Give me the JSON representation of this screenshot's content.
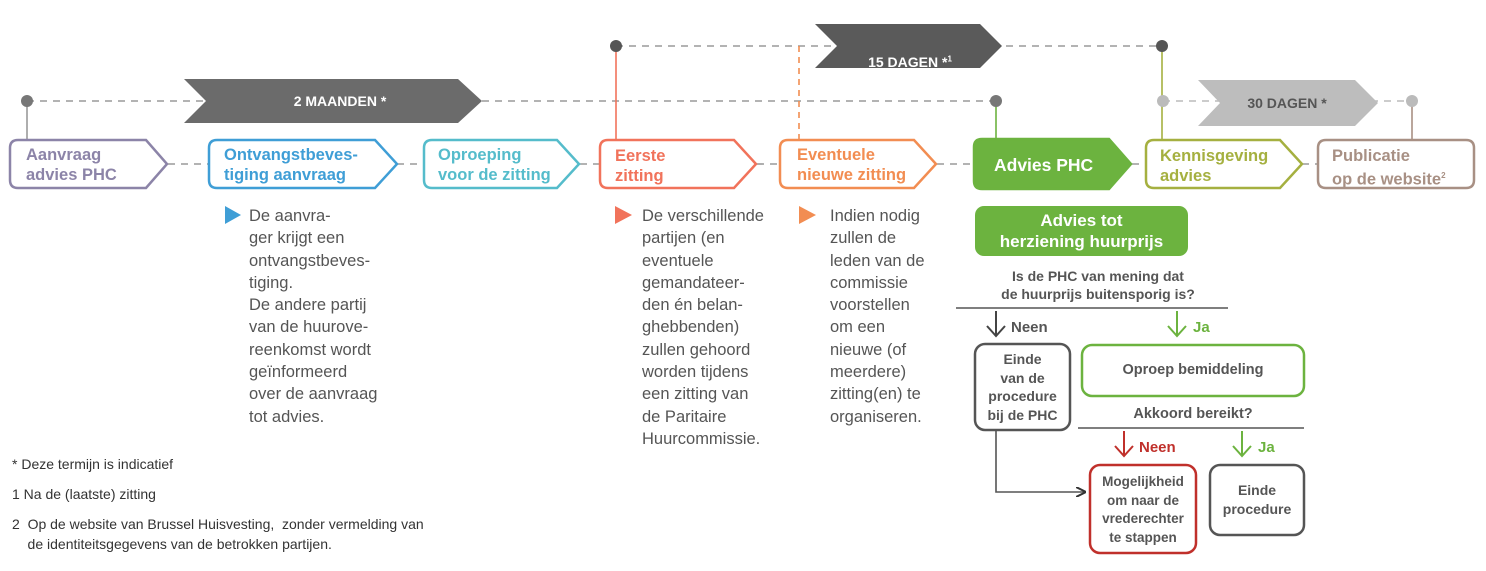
{
  "durations": {
    "two_months": "2 MAANDEN *",
    "fifteen_days": "15 DAGEN *",
    "fifteen_days_sup": "1",
    "thirty_days": "30 DAGEN *"
  },
  "steps": [
    {
      "label": "Aanvraag\nadvies PHC",
      "color": "#8c84a8"
    },
    {
      "label": "Ontvangstbeves-\ntiging aanvraag",
      "color": "#3f9ed6"
    },
    {
      "label": "Oproeping\nvoor de zitting",
      "color": "#55bccb"
    },
    {
      "label": "Eerste\nzitting",
      "color": "#f1735b"
    },
    {
      "label": "Eventuele\nnieuwe zitting",
      "color": "#f28d52"
    },
    {
      "label": "Advies PHC",
      "color": "#6cb33f"
    },
    {
      "label": "Kennisgeving\nadvies",
      "color": "#a5b040"
    },
    {
      "label": "Publicatie\nop de website",
      "sup": "2",
      "color": "#a89084"
    }
  ],
  "descriptions": {
    "ontvangst": "De aanvra-\nger krijgt een\nontvangstbeves-\ntiging.\nDe andere partij\nvan de huurove-\nreenkomst wordt\ngeïnformeerd\nover de aanvraag\ntot advies.",
    "eerste": "De verschillende\npartijen (en\neventuele\ngemandateer-\nden én belan-\nghebbenden)\nzullen gehoord\nworden tijdens\neen zitting van\nde Paritaire\nHuurcommissie.",
    "eventuele": "Indien nodig\nzullen de\nleden van de\ncommissie\nvoorstellen\nom een\nnieuwe (of\nmeerdere)\nzitting(en) te\norganiseren."
  },
  "advies_herziening": "Advies tot\nherziening huurprijs",
  "question1": "Is de PHC van mening dat\nde huurprijs buitensporig is?",
  "neen1": "Neen",
  "ja1": "Ja",
  "einde1": "Einde\nvan de\nprocedure\nbij de PHC",
  "oproep": "Oproep bemiddeling",
  "question2": "Akkoord bereikt?",
  "neen2": "Neen",
  "ja2": "Ja",
  "mogelijkheid": "Mogelijkheid\nom naar de\nvrederechter\nte stappen",
  "einde2": "Einde\nprocedure",
  "footnotes": {
    "star": "* Deze termijn is indicatief",
    "one": "1 Na de (laatste) zitting",
    "two": "2  Op de website van Brussel Huisvesting,  zonder vermelding van\n    de identiteitsgegevens van de betrokken partijen."
  },
  "colors": {
    "gray_arrow": "#6b6b6b",
    "light_arrow": "#bdbdbd",
    "dashed": "#9a9a9a",
    "text": "#555555",
    "red": "#c0302b",
    "green": "#6cb33f"
  }
}
